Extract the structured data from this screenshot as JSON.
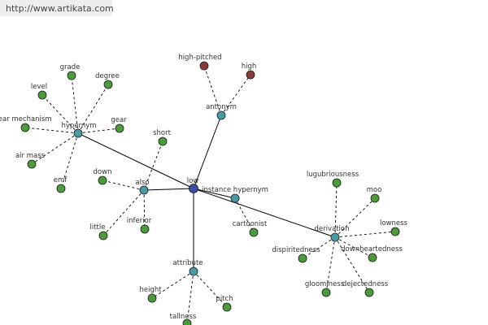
{
  "banner": {
    "url": "http://www.artikata.com"
  },
  "colors": {
    "center": "#3b4ea0",
    "relation": "#4a9aa6",
    "word": "#4c9a3c",
    "antonym_word": "#8c3a3a",
    "edge": "#000000"
  },
  "graph": {
    "nodes": [
      {
        "id": "low",
        "label": "low",
        "kind": "center"
      },
      {
        "id": "hypernym",
        "label": "hypernym",
        "kind": "relation"
      },
      {
        "id": "antonym",
        "label": "antonym",
        "kind": "relation"
      },
      {
        "id": "also",
        "label": "also",
        "kind": "relation"
      },
      {
        "id": "instance_hypernym",
        "label": "instance hypernym",
        "kind": "relation"
      },
      {
        "id": "derivation",
        "label": "derivation",
        "kind": "relation"
      },
      {
        "id": "attribute",
        "label": "attribute",
        "kind": "relation"
      },
      {
        "id": "grade",
        "label": "grade",
        "kind": "word"
      },
      {
        "id": "degree",
        "label": "degree",
        "kind": "word"
      },
      {
        "id": "level",
        "label": "level",
        "kind": "word"
      },
      {
        "id": "gear_mechanism",
        "label": "gear mechanism",
        "kind": "word"
      },
      {
        "id": "gear",
        "label": "gear",
        "kind": "word"
      },
      {
        "id": "air_mass",
        "label": "air mass",
        "kind": "word"
      },
      {
        "id": "emf",
        "label": "emf",
        "kind": "word"
      },
      {
        "id": "high_pitched",
        "label": "high-pitched",
        "kind": "antonym_word"
      },
      {
        "id": "high",
        "label": "high",
        "kind": "antonym_word"
      },
      {
        "id": "short",
        "label": "short",
        "kind": "word"
      },
      {
        "id": "down",
        "label": "down",
        "kind": "word"
      },
      {
        "id": "little",
        "label": "little",
        "kind": "word"
      },
      {
        "id": "inferior",
        "label": "inferior",
        "kind": "word"
      },
      {
        "id": "cartoonist",
        "label": "cartoonist",
        "kind": "word"
      },
      {
        "id": "lugubriousness",
        "label": "lugubriousness",
        "kind": "word"
      },
      {
        "id": "moo",
        "label": "moo",
        "kind": "word"
      },
      {
        "id": "lowness",
        "label": "lowness",
        "kind": "word"
      },
      {
        "id": "dispiritedness",
        "label": "dispiritedness",
        "kind": "word"
      },
      {
        "id": "downheartedness",
        "label": "downheartedness",
        "kind": "word"
      },
      {
        "id": "gloominess",
        "label": "gloominess",
        "kind": "word"
      },
      {
        "id": "dejectedness",
        "label": "dejectedness",
        "kind": "word"
      },
      {
        "id": "height",
        "label": "height",
        "kind": "word"
      },
      {
        "id": "pitch",
        "label": "pitch",
        "kind": "word"
      },
      {
        "id": "tallness",
        "label": "tallness",
        "kind": "word"
      }
    ],
    "edges": [
      {
        "from": "low",
        "to": "hypernym",
        "style": "solid"
      },
      {
        "from": "low",
        "to": "antonym",
        "style": "solid"
      },
      {
        "from": "low",
        "to": "also",
        "style": "solid"
      },
      {
        "from": "low",
        "to": "instance_hypernym",
        "style": "solid"
      },
      {
        "from": "low",
        "to": "derivation",
        "style": "solid"
      },
      {
        "from": "low",
        "to": "attribute",
        "style": "solid"
      },
      {
        "from": "hypernym",
        "to": "grade",
        "style": "dashed"
      },
      {
        "from": "hypernym",
        "to": "degree",
        "style": "dashed"
      },
      {
        "from": "hypernym",
        "to": "level",
        "style": "dashed"
      },
      {
        "from": "hypernym",
        "to": "gear_mechanism",
        "style": "dashed"
      },
      {
        "from": "hypernym",
        "to": "gear",
        "style": "dashed"
      },
      {
        "from": "hypernym",
        "to": "air_mass",
        "style": "dashed"
      },
      {
        "from": "hypernym",
        "to": "emf",
        "style": "dashed"
      },
      {
        "from": "antonym",
        "to": "high_pitched",
        "style": "dashed"
      },
      {
        "from": "antonym",
        "to": "high",
        "style": "dashed"
      },
      {
        "from": "also",
        "to": "short",
        "style": "dashed"
      },
      {
        "from": "also",
        "to": "down",
        "style": "dashed"
      },
      {
        "from": "also",
        "to": "little",
        "style": "dashed"
      },
      {
        "from": "also",
        "to": "inferior",
        "style": "dashed"
      },
      {
        "from": "instance_hypernym",
        "to": "cartoonist",
        "style": "dashed"
      },
      {
        "from": "derivation",
        "to": "lugubriousness",
        "style": "dashed"
      },
      {
        "from": "derivation",
        "to": "moo",
        "style": "dashed"
      },
      {
        "from": "derivation",
        "to": "lowness",
        "style": "dashed"
      },
      {
        "from": "derivation",
        "to": "dispiritedness",
        "style": "dashed"
      },
      {
        "from": "derivation",
        "to": "downheartedness",
        "style": "dashed"
      },
      {
        "from": "derivation",
        "to": "gloominess",
        "style": "dashed"
      },
      {
        "from": "derivation",
        "to": "dejectedness",
        "style": "dashed"
      },
      {
        "from": "attribute",
        "to": "height",
        "style": "dashed"
      },
      {
        "from": "attribute",
        "to": "pitch",
        "style": "dashed"
      },
      {
        "from": "attribute",
        "to": "tallness",
        "style": "dashed"
      }
    ]
  }
}
